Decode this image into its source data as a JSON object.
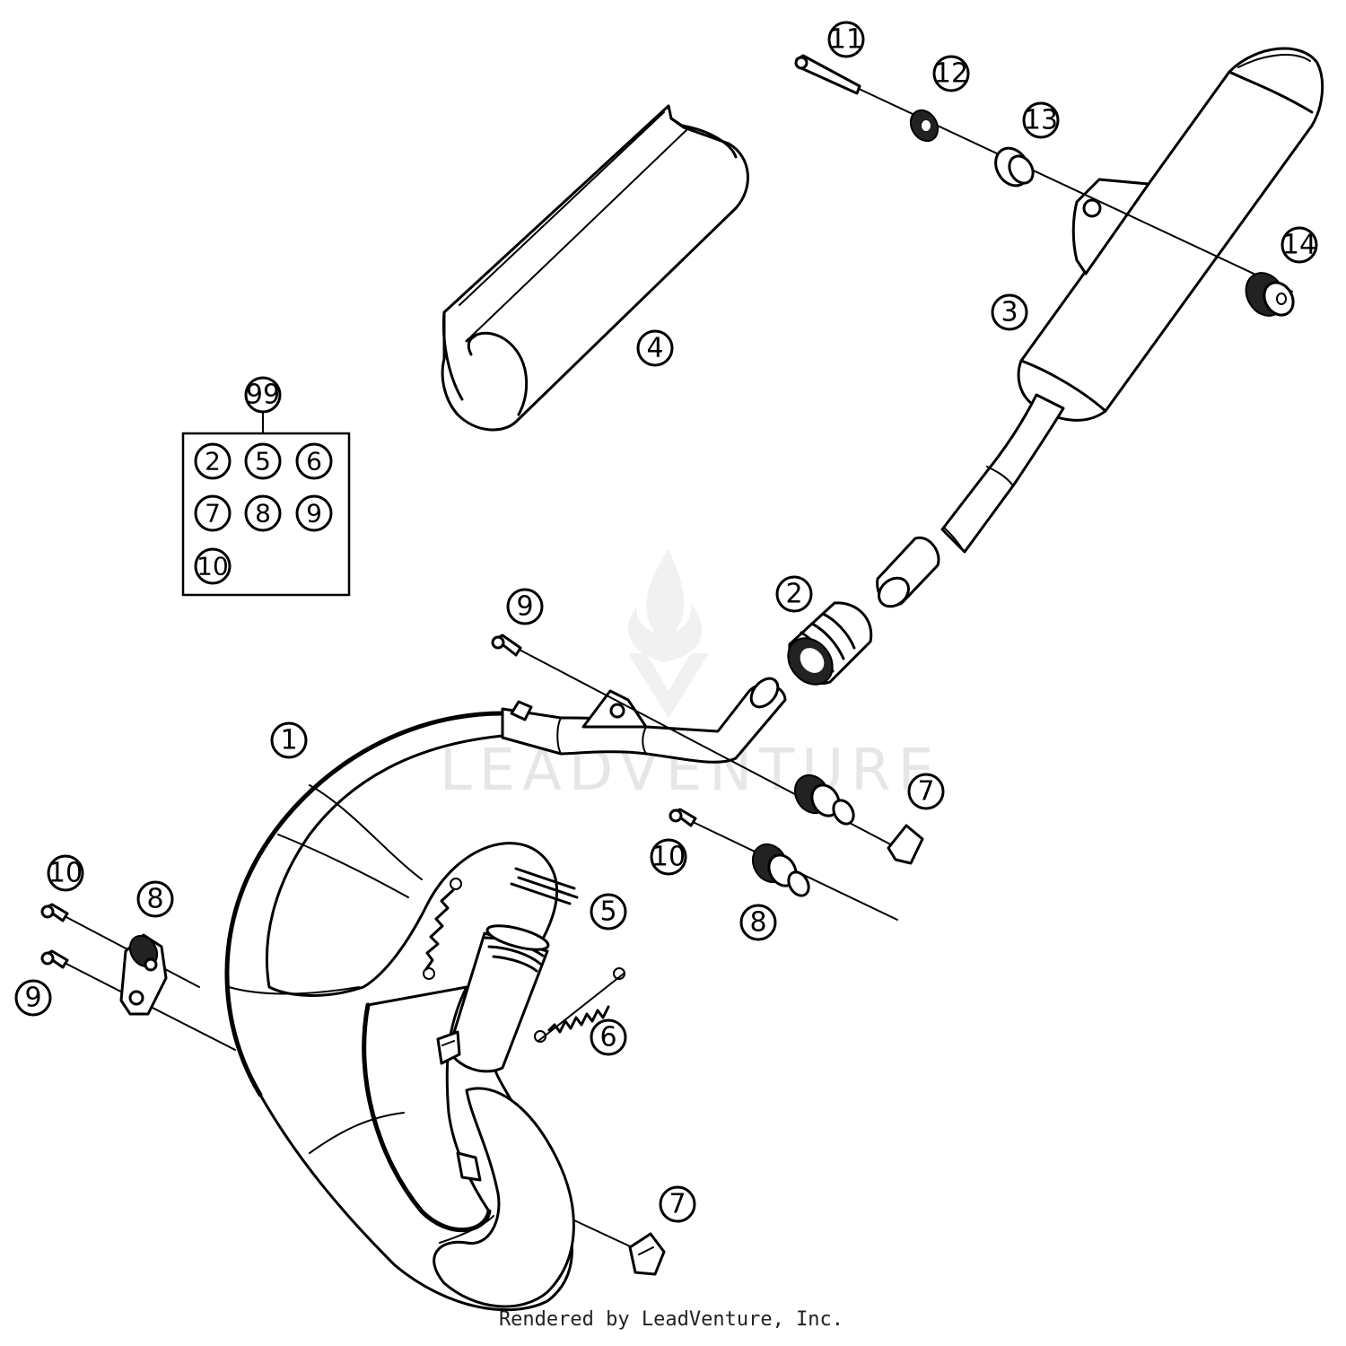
{
  "callouts": {
    "c1": "1",
    "c2": "2",
    "c3": "3",
    "c4": "4",
    "c5": "5",
    "c6": "6",
    "c7a": "7",
    "c7b": "7",
    "c8a": "8",
    "c8b": "8",
    "c9a": "9",
    "c9b": "9",
    "c10a": "10",
    "c10b": "10",
    "c11": "11",
    "c12": "12",
    "c13": "13",
    "c14": "14",
    "c99": "99"
  },
  "kit": {
    "items": [
      "2",
      "5",
      "6",
      "7",
      "8",
      "9",
      "10"
    ]
  },
  "watermark": {
    "text": "LEADVENTURE"
  },
  "footer": {
    "credit": "Rendered by LeadVenture, Inc."
  }
}
